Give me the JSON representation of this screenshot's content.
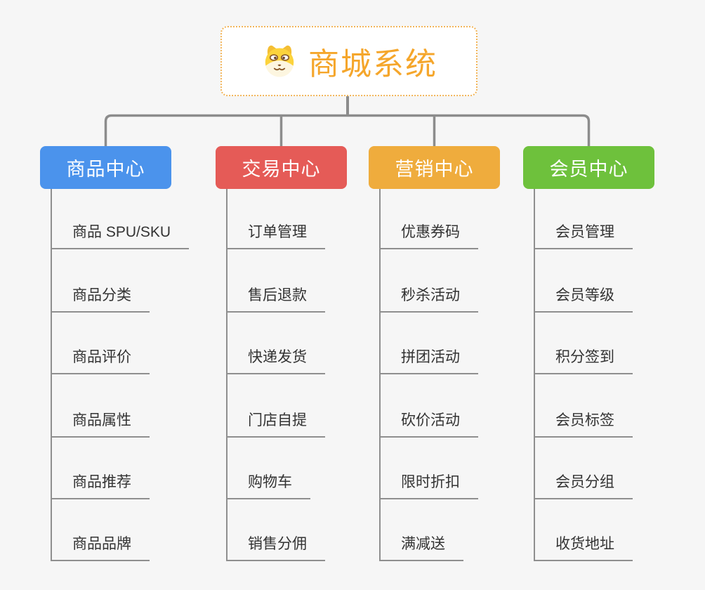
{
  "root": {
    "title": "商城系统",
    "icon": "doge-face-icon"
  },
  "branches": [
    {
      "label": "商品中心",
      "color": "#4B93EC",
      "items": [
        "商品 SPU/SKU",
        "商品分类",
        "商品评价",
        "商品属性",
        "商品推荐",
        "商品品牌"
      ]
    },
    {
      "label": "交易中心",
      "color": "#E55B57",
      "items": [
        "订单管理",
        "售后退款",
        "快递发货",
        "门店自提",
        "购物车",
        "销售分佣"
      ]
    },
    {
      "label": "营销中心",
      "color": "#EFAC3D",
      "items": [
        "优惠券码",
        "秒杀活动",
        "拼团活动",
        "砍价活动",
        "限时折扣",
        "满减送"
      ]
    },
    {
      "label": "会员中心",
      "color": "#6EC13C",
      "items": [
        "会员管理",
        "会员等级",
        "积分签到",
        "会员标签",
        "会员分组",
        "收货地址"
      ]
    }
  ],
  "colors": {
    "background": "#F6F6F6",
    "connector": "#8C8C8C",
    "leaf_line": "#8F8F8F",
    "leaf_text": "#333333",
    "root_accent": "#F5A62B",
    "root_border": "#F2B559"
  }
}
